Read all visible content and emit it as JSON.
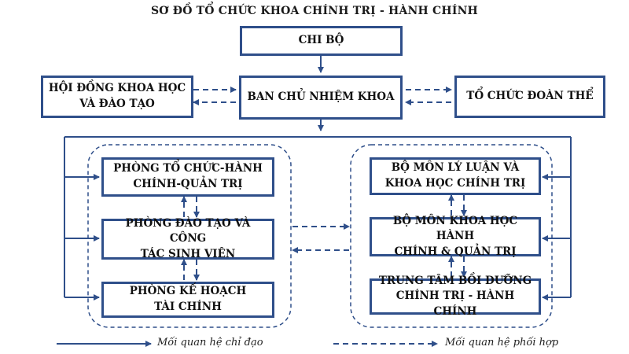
{
  "title": "SƠ ĐỒ TỔ CHỨC KHOA CHÍNH TRỊ - HÀNH CHÍNH",
  "colors": {
    "line": "#2f4f8a",
    "box_border": "#2f4f8a",
    "text": "#111111"
  },
  "nodes": {
    "chi_bo": "CHI BỘ",
    "hoi_dong": "HỘI ĐỒNG KHOA HỌC\nVÀ ĐÀO TẠO",
    "ban_chu_nhiem": "BAN CHỦ NHIỆM KHOA",
    "to_chuc_doan_the": "TỔ CHỨC ĐOÀN THỂ",
    "phong_tchc": "PHÒNG TỔ CHỨC-HÀNH\nCHÍNH-QUẢN TRỊ",
    "phong_dt": "PHÒNG ĐÀO TẠO VÀ CÔNG\nTÁC SINH VIÊN",
    "phong_kh": "PHÒNG KẾ HOẠCH\nTÀI CHÍNH",
    "bm_llkh": "BỘ MÔN LÝ LUẬN VÀ\nKHOA HỌC CHÍNH TRỊ",
    "bm_khhc": "BỘ MÔN KHOA HỌC HÀNH\nCHÍNH & QUẢN TRỊ",
    "tt_bd": "TRUNG TÂM BỒI DƯỠNG\nCHÍNH TRỊ - HÀNH CHÍNH"
  },
  "legend": {
    "direct": "Mối quan hệ chỉ đạo",
    "coord": "Mối quan hệ phối hợp"
  }
}
